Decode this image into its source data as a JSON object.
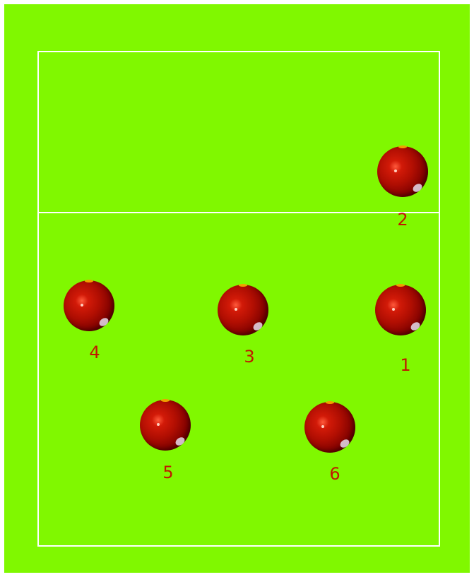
{
  "colors": {
    "field": "#80f800",
    "lines": "#ffffff",
    "player": "#b00e02",
    "label": "#c01800"
  },
  "players": [
    {
      "id": "p1",
      "label": "1"
    },
    {
      "id": "p2",
      "label": "2"
    },
    {
      "id": "p3",
      "label": "3"
    },
    {
      "id": "p4",
      "label": "4"
    },
    {
      "id": "p5",
      "label": "5"
    },
    {
      "id": "p6",
      "label": "6"
    }
  ]
}
